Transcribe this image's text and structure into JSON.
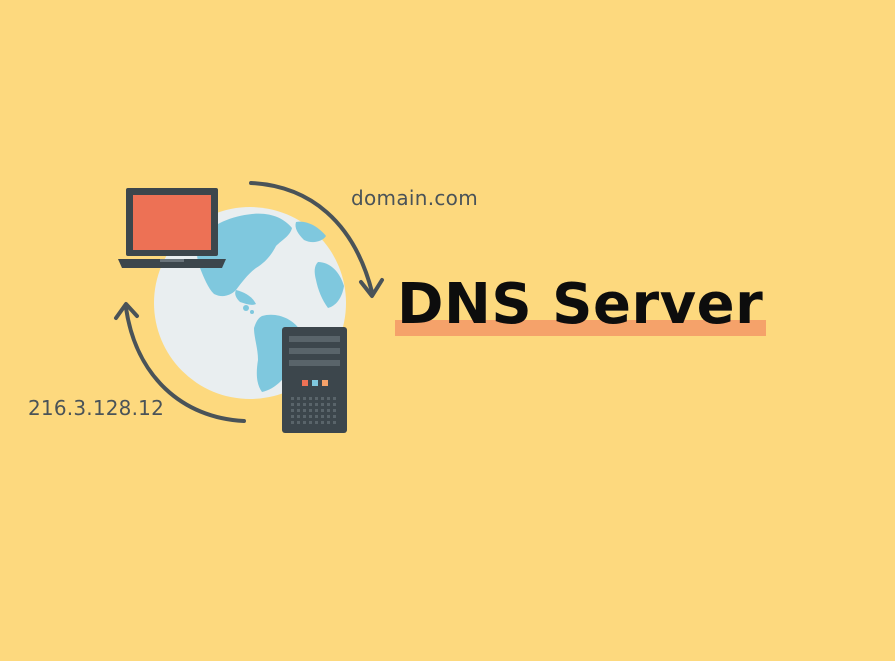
{
  "colors": {
    "background": "#fdd97e",
    "accent": "#f5a26a",
    "globe_water": "#e9eef0",
    "globe_land": "#7fc8de",
    "laptop_screen": "#ed7155",
    "device_dark": "#3c464c",
    "arrow": "#4a5358"
  },
  "diagram": {
    "title": "DNS Server",
    "request_label": "domain.com",
    "response_label": "216.3.128.12"
  },
  "icons": [
    "globe-icon",
    "laptop-icon",
    "server-icon",
    "request-arrow-icon",
    "response-arrow-icon"
  ]
}
